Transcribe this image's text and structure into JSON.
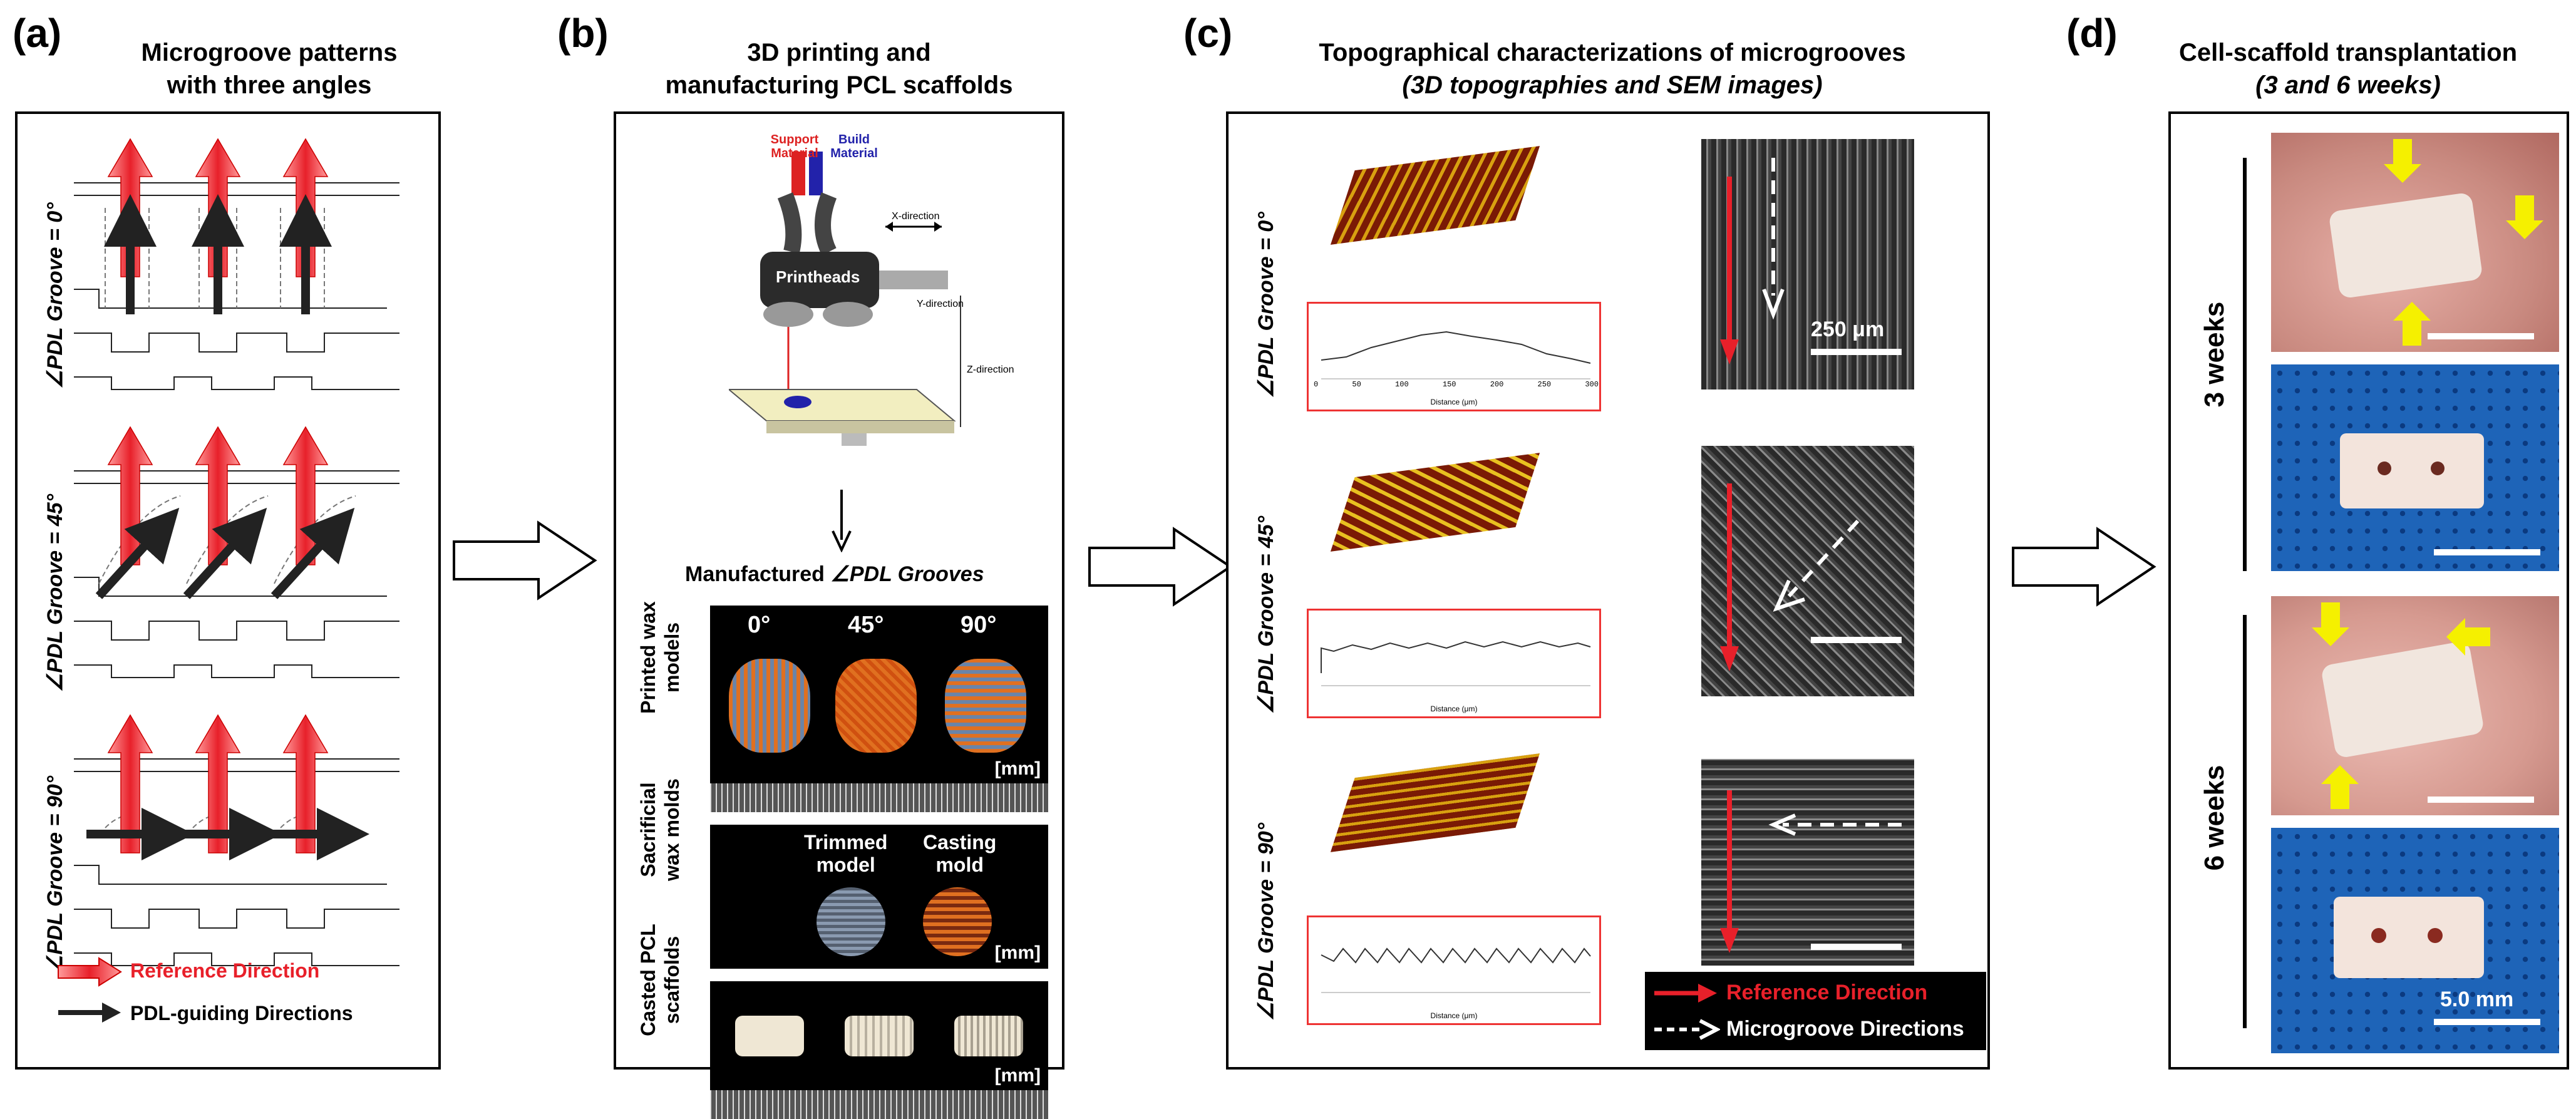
{
  "panel_a": {
    "label": "(a)",
    "title_line1": "Microgroove patterns",
    "title_line2": "with three angles",
    "rows": [
      {
        "label": "∠PDL Groove = 0°"
      },
      {
        "label": "∠PDL Groove = 45°"
      },
      {
        "label": "∠PDL Groove = 90°"
      }
    ],
    "legend": {
      "reference": "Reference Direction",
      "guiding": "PDL-guiding Directions"
    }
  },
  "panel_b": {
    "label": "(b)",
    "title_line1": "3D printing and",
    "title_line2": "manufacturing PCL scaffolds",
    "printer": {
      "support": "Support Material",
      "build": "Build Material",
      "printheads": "Printheads",
      "x_dir": "X-direction",
      "y_dir": "Y-direction",
      "z_dir": "Z-direction"
    },
    "manufactured_prefix": "Manufactured ",
    "manufactured_italic": "∠PDL Grooves",
    "angles": [
      "0°",
      "45°",
      "90°"
    ],
    "rows": [
      {
        "label_line1": "Printed wax",
        "label_line2": "models",
        "unit": "[mm]"
      },
      {
        "label_line1": "Sacrificial",
        "label_line2": "wax molds",
        "unit": "[mm]"
      },
      {
        "label_line1": "Casted PCL",
        "label_line2": "scaffolds",
        "unit": "[mm]"
      }
    ],
    "trimmed_line1": "Trimmed",
    "trimmed_line2": "model",
    "casting_line1": "Casting",
    "casting_line2": "mold"
  },
  "panel_c": {
    "label": "(c)",
    "title_line1": "Topographical characterizations of microgrooves",
    "title_line2": "(3D topographies and SEM images)",
    "rows": [
      {
        "label": "∠PDL Groove = 0°"
      },
      {
        "label": "∠PDL Groove = 45°"
      },
      {
        "label": "∠PDL Groove = 90°"
      }
    ],
    "scale": "250 μm",
    "profile_xlabel": "Distance (μm)",
    "profile_ticks": [
      "0",
      "50",
      "100",
      "150",
      "200",
      "250",
      "300"
    ],
    "legend": {
      "reference": "Reference Direction",
      "microgroove": "Microgroove Directions"
    }
  },
  "panel_d": {
    "label": "(d)",
    "title_line1": "Cell-scaffold transplantation",
    "title_line2": "(3 and 6 weeks)",
    "week3": "3 weeks",
    "week6": "6 weeks",
    "scale": "5.0 mm"
  },
  "colors": {
    "reference_red": "#e8202a",
    "arrow_yellow": "#f5f000",
    "wax_orange": "#e07020"
  }
}
